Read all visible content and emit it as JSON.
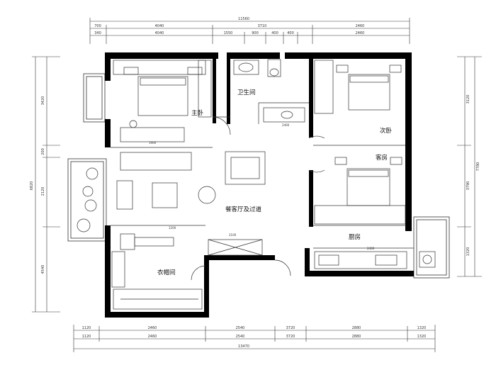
{
  "rooms": {
    "master_bedroom": "主卧",
    "bathroom": "卫生间",
    "second_bedroom": "次卧",
    "guest_room": "客房",
    "dining_living": "餐客厅及过道",
    "kitchen": "厨房",
    "cloakroom": "衣帽间"
  },
  "dims_top": {
    "overall": "11560",
    "row2": [
      "700",
      "4040",
      "3710",
      "2460"
    ],
    "row3": [
      "340",
      "4040",
      "1550",
      "900",
      "400",
      "400",
      "2460"
    ]
  },
  "dims_bottom": {
    "overall": "13470",
    "row1": [
      "1120",
      "2460",
      "2540",
      "3720",
      "2880",
      "1320"
    ],
    "row2": [
      "1120",
      "2460",
      "2540",
      "3720",
      "2880",
      "1320"
    ]
  },
  "dims_left": {
    "overall": "6820",
    "segments": [
      "3420",
      "200",
      "2120",
      "4540"
    ]
  },
  "dims_right": {
    "overall": "7780",
    "segments": [
      "3120",
      "3790",
      "1320"
    ]
  },
  "small_labels": {
    "fixture_1": "1900",
    "fixture_2": "2400",
    "fixture_3": "1200",
    "fixture_4": "2100",
    "fixture_5": "2400"
  }
}
